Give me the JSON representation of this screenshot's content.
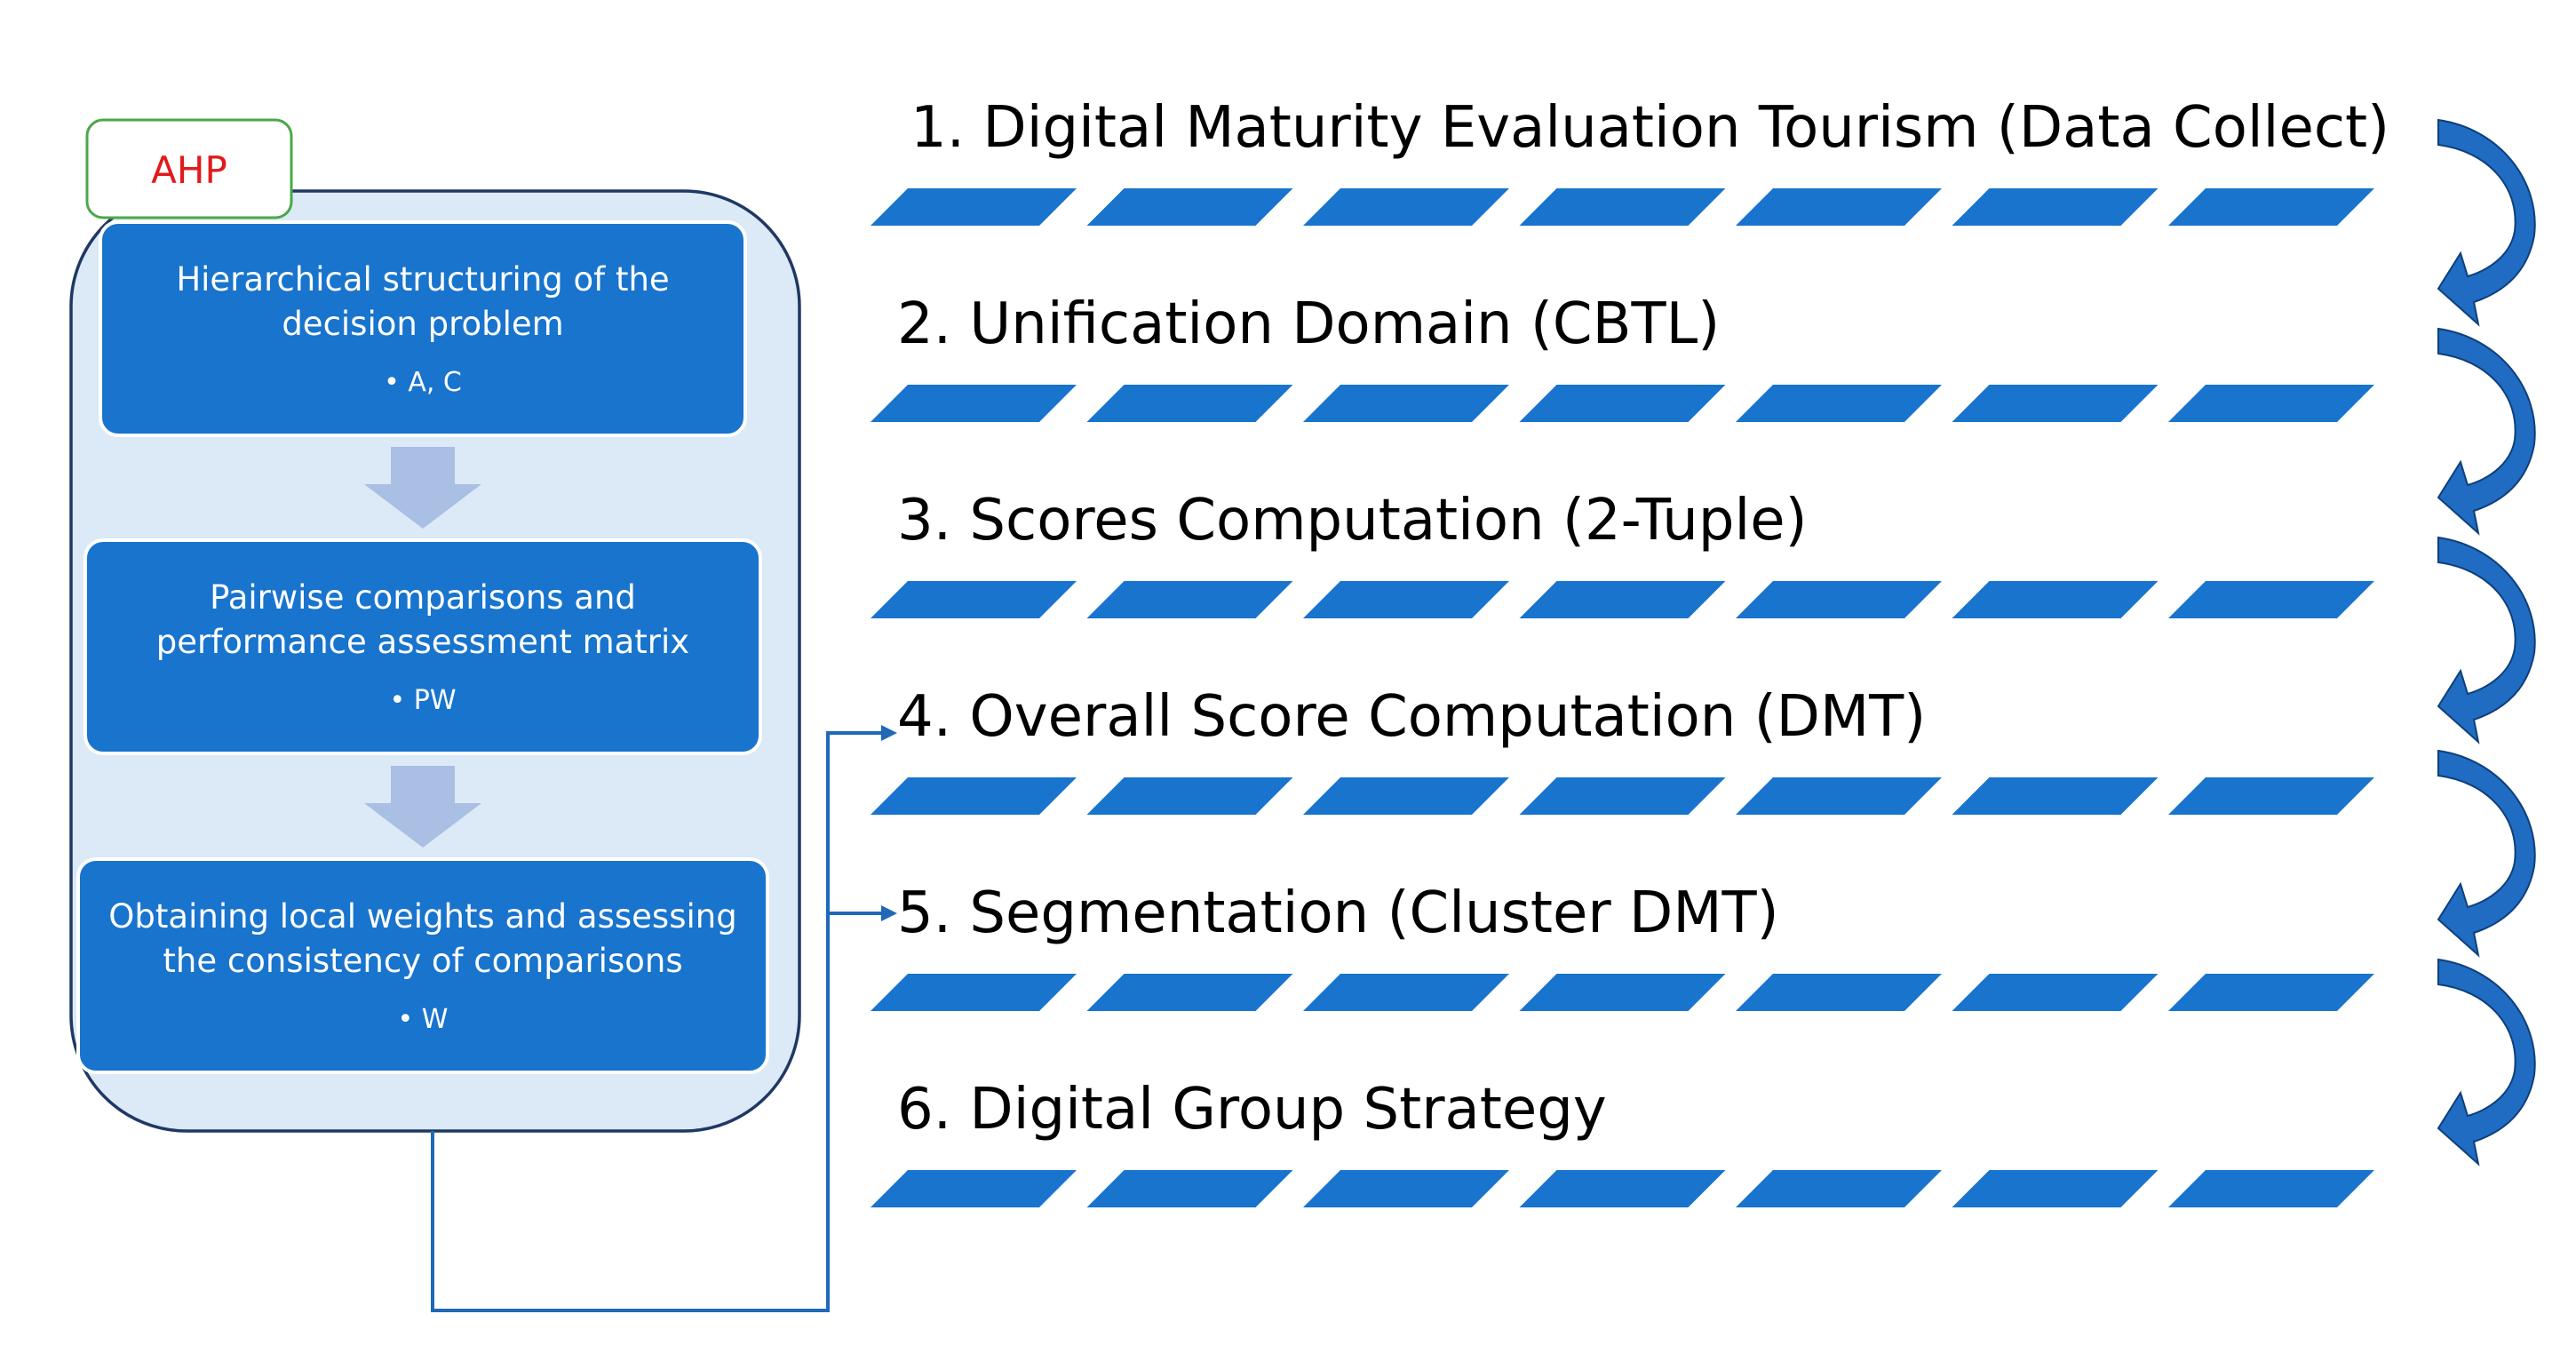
{
  "ahp": {
    "label": "AHP",
    "steps": [
      {
        "lines": [
          "Hierarchical structuring of the",
          "decision problem"
        ],
        "bullet": "• A, C"
      },
      {
        "lines": [
          "Pairwise comparisons and",
          "performance assessment matrix"
        ],
        "bullet": "• PW"
      },
      {
        "lines": [
          "Obtaining local weights and assessing",
          "the consistency of comparisons"
        ],
        "bullet": "• W"
      }
    ]
  },
  "stages": [
    "1. Digital Maturity Evaluation Tourism (Data Collect)",
    "2. Unification Domain (CBTL)",
    "3. Scores Computation (2-Tuple)",
    "4. Overall Score Computation (DMT)",
    "5. Segmentation (Cluster DMT)",
    "6. Digital Group Strategy"
  ],
  "colors": {
    "step_fill": "#1874cd",
    "container_fill": "#dce9f6",
    "ahp_label": "#e01b1b",
    "ahp_border": "#4aa84a",
    "stripe": "#1874cd",
    "curved_arrow": "#1f6cc2"
  },
  "icons": {
    "flow_arrow": "down-arrow-icon",
    "stage_transition": "curved-arrow-icon"
  }
}
